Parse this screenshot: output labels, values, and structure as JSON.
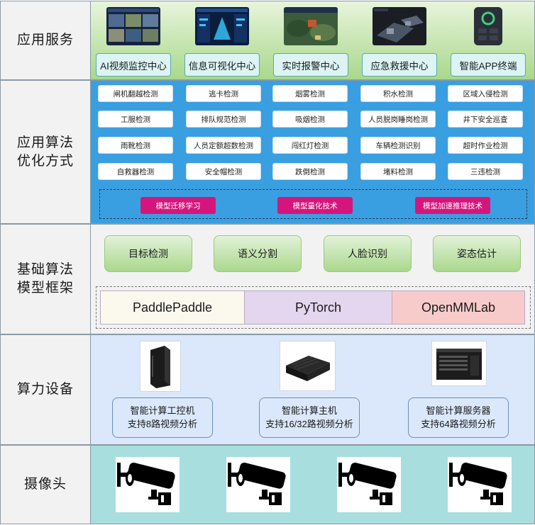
{
  "layers": {
    "services": {
      "label": "应用服务"
    },
    "algorithms": {
      "label_line1": "应用算法",
      "label_line2": "优化方式"
    },
    "base": {
      "label_line1": "基础算法",
      "label_line2": "模型框架"
    },
    "devices": {
      "label": "算力设备"
    },
    "cameras": {
      "label": "摄像头"
    }
  },
  "services": [
    {
      "label": "AI视频监控中心"
    },
    {
      "label": "信息可视化中心"
    },
    {
      "label": "实时报警中心"
    },
    {
      "label": "应急救援中心"
    },
    {
      "label": "智能APP终端"
    }
  ],
  "detections": [
    [
      "闸机翻越检测",
      "逃卡检测",
      "烟雾检测",
      "积水检测",
      "区域入侵检测"
    ],
    [
      "工服检测",
      "排队规范检测",
      "吸烟检测",
      "人员脱岗睡岗检测",
      "井下安全巡查"
    ],
    [
      "雨靴检测",
      "人员定额超数检测",
      "闯红灯检测",
      "车辆检测识别",
      "超时作业检测"
    ],
    [
      "自救器检测",
      "安全帽检测",
      "跌倒检测",
      "堵料检测",
      "三违检测"
    ]
  ],
  "optimizations": [
    {
      "label": "模型迁移学习"
    },
    {
      "label": "模型量化技术"
    },
    {
      "label": "模型加速推理技术"
    }
  ],
  "base_algorithms": [
    {
      "label": "目标检测"
    },
    {
      "label": "语义分割"
    },
    {
      "label": "人脸识别"
    },
    {
      "label": "姿态估计"
    }
  ],
  "frameworks": [
    {
      "label": "PaddlePaddle",
      "color": "#fbf8ee"
    },
    {
      "label": "PyTorch",
      "color": "#e3d6ee"
    },
    {
      "label": "OpenMMLab",
      "color": "#f8cbcb"
    }
  ],
  "devices": [
    {
      "line1": "智能计算工控机",
      "line2": "支持8路视频分析"
    },
    {
      "line1": "智能计算主机",
      "line2": "支持16/32路视频分析"
    },
    {
      "line1": "智能计算服务器",
      "line2": "支持64路视频分析"
    }
  ],
  "colors": {
    "service_bg": "#a9d88c",
    "algorithm_bg": "#3a9fe0",
    "optimization_btn": "#d6157c",
    "device_bg": "#dbe8fb",
    "camera_bg": "#a8dede"
  }
}
